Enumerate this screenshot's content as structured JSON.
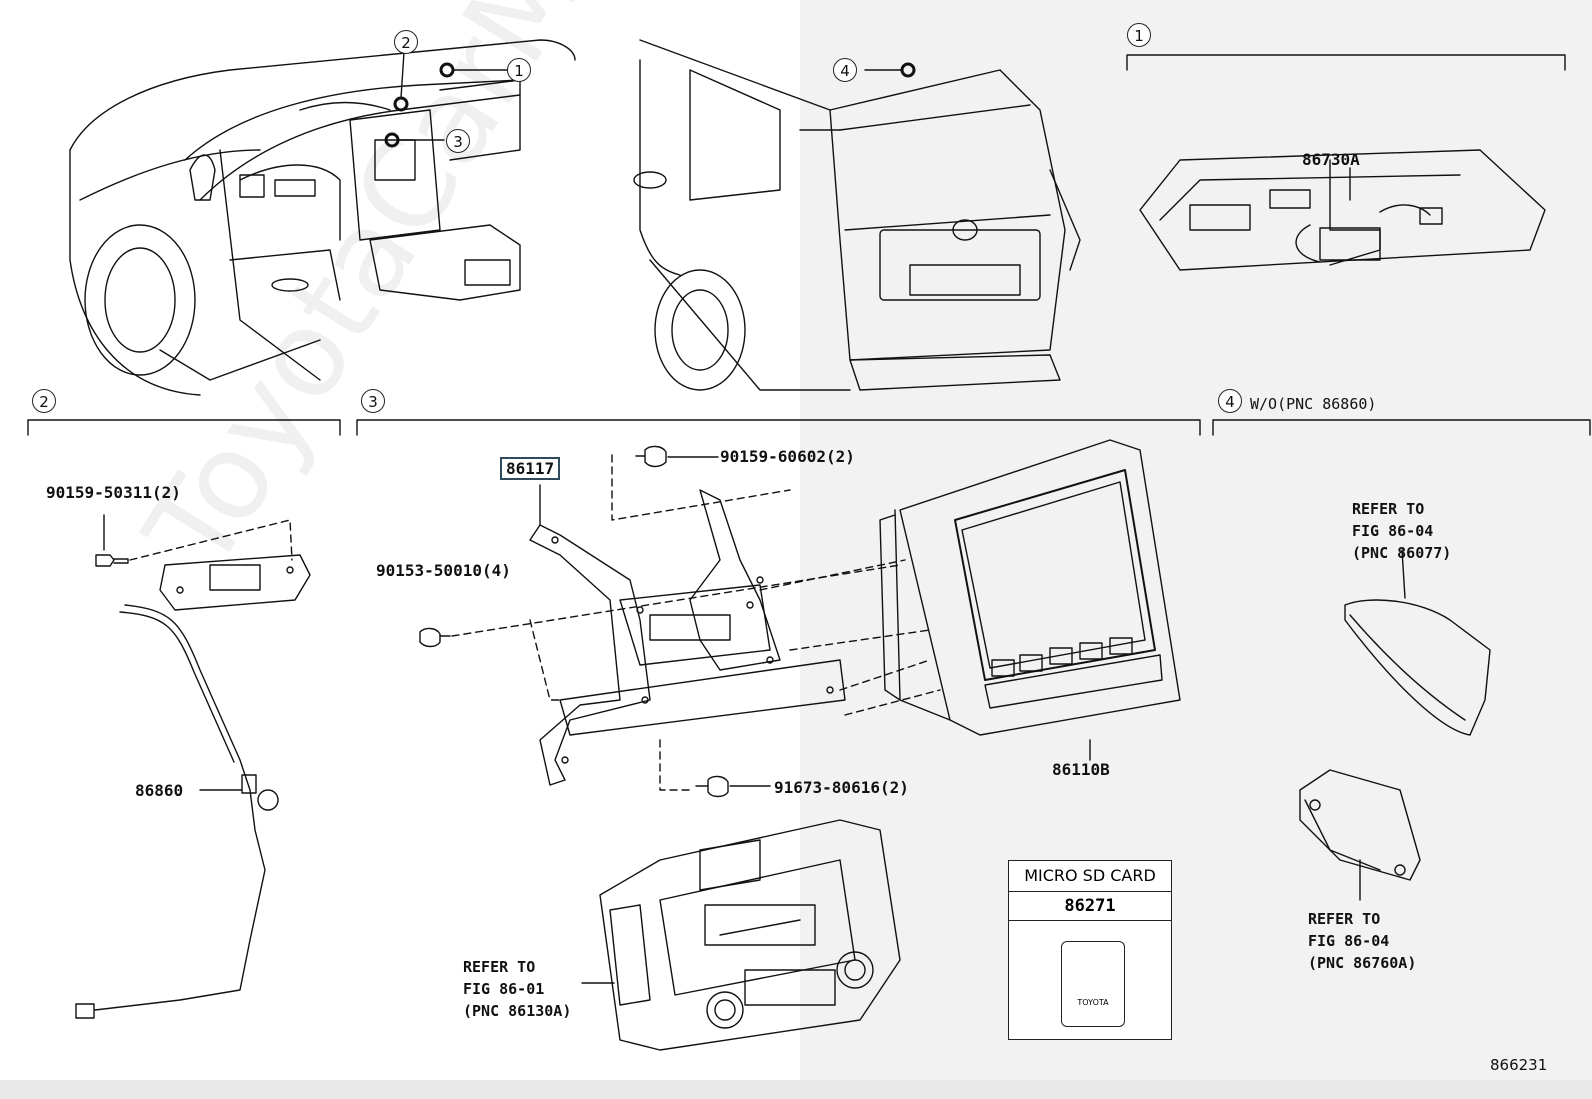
{
  "figure_number": "866231",
  "watermark": "ToyotaCarMine.ru",
  "callouts": {
    "c1": "1",
    "c2": "2",
    "c3": "3",
    "c4": "4"
  },
  "sections": {
    "s1": {
      "marker": "1"
    },
    "s2": {
      "marker": "2"
    },
    "s3": {
      "marker": "3"
    },
    "s4": {
      "marker": "4",
      "condition": "W/O(PNC 86860)"
    }
  },
  "parts": {
    "p86730A": "86730A",
    "p90159_50311": "90159-50311(2)",
    "p86860": "86860",
    "p86117": "86117",
    "p90159_60602": "90159-60602(2)",
    "p90153_50010": "90153-50010(4)",
    "p91673_80616": "91673-80616(2)",
    "p86110B": "86110B",
    "p86271": "86271"
  },
  "refs": {
    "r86077": "REFER TO\nFIG 86-04\n(PNC 86077)",
    "r86760A": "REFER TO\nFIG 86-04\n(PNC 86760A)",
    "r86130A": "REFER TO\nFIG 86-01\n(PNC 86130A)"
  },
  "sd_card": {
    "title": "MICRO SD CARD",
    "brand": "TOYOTA"
  }
}
